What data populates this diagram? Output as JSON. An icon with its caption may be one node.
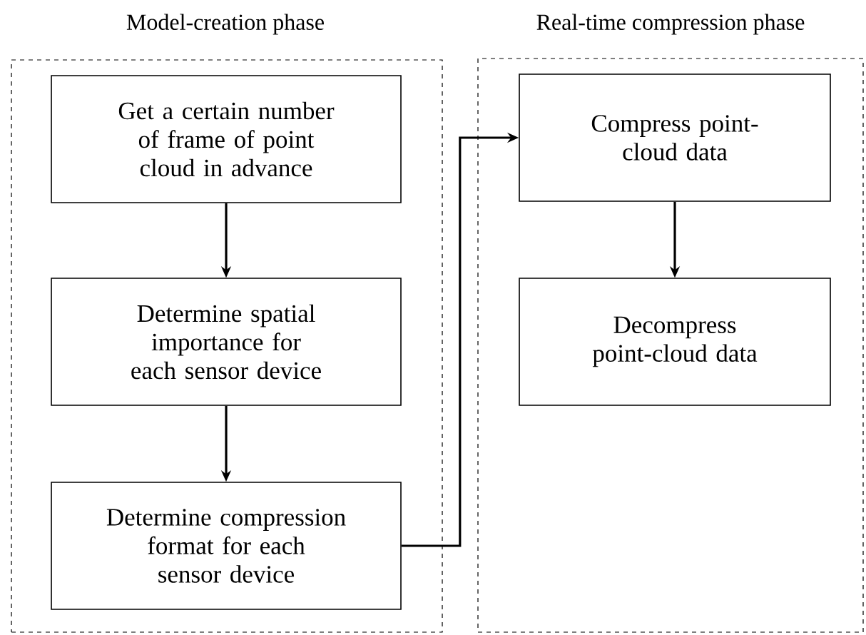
{
  "diagram": {
    "nodes": [
      {
        "text": [
          "Model-creation phase"
        ]
      },
      {
        "text": [
          "Real-time compression phase"
        ]
      },
      {
        "text": [
          "Get a certain number of frame of point cloud in advance"
        ],
        "in": 0
      },
      {
        "text": [
          "Determine spatial importance for each sensor device"
        ],
        "in": 0
      },
      {
        "text": [
          "Determine compression format for each sensor device"
        ],
        "in": 0
      },
      {
        "text": [
          "Compress point-cloud data"
        ],
        "in": 1
      },
      {
        "text": [
          "Decompress point-cloud data"
        ],
        "in": 1
      }
    ],
    "edges": [
      {
        "from": 2,
        "to": 3,
        "arrow": "to"
      },
      {
        "from": 3,
        "to": 4,
        "arrow": "to"
      },
      {
        "from": 4,
        "to": 5,
        "arrow": "to"
      },
      {
        "from": 5,
        "to": 6,
        "arrow": "to"
      }
    ]
  }
}
